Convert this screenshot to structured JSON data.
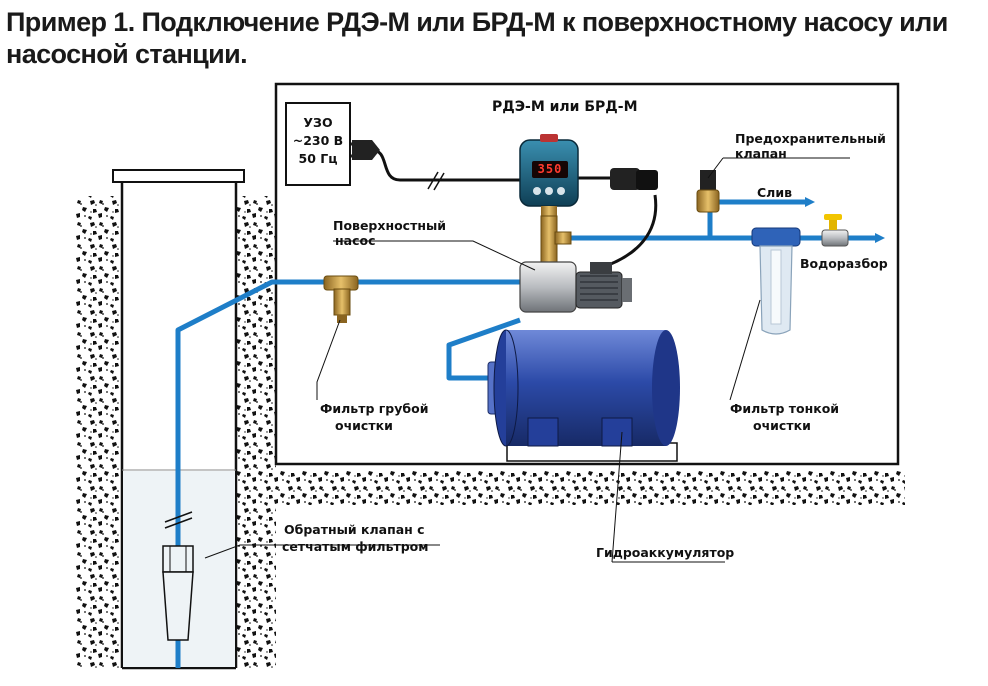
{
  "title": "Пример 1. Подключение РДЭ-М или БРД-М к поверхностному насосу или насосной станции.",
  "uzo": {
    "line1": "УЗО",
    "line2": "~230 В",
    "line3": "50 Гц"
  },
  "relay": {
    "label": "РДЭ-М или БРД-М",
    "display": "350"
  },
  "labels": {
    "safety_valve_1": "Предохранительный",
    "safety_valve_2": "клапан",
    "drain": "Слив",
    "water_outlet": "Водоразбор",
    "surface_pump_1": "Поверхностный",
    "surface_pump_2": "насос",
    "coarse_filter_1": "Фильтр грубой",
    "coarse_filter_2": "очистки",
    "fine_filter_1": "Фильтр тонкой",
    "fine_filter_2": "очистки",
    "check_valve_1": "Обратный клапан с",
    "check_valve_2": "сетчатым фильтром",
    "accumulator": "Гидроаккумулятор"
  },
  "colors": {
    "pipe": "#1e7ec8",
    "arrow": "#1e7ec8",
    "tank": "#2c4aa8",
    "brass": "#c99a3a",
    "relay_body": "#1d5f7a",
    "soil": "#111111"
  },
  "icons": [
    "plug-icon",
    "relay-icon",
    "pump-icon",
    "tank-icon",
    "filter-icon",
    "valve-icon",
    "arrow-icon"
  ]
}
